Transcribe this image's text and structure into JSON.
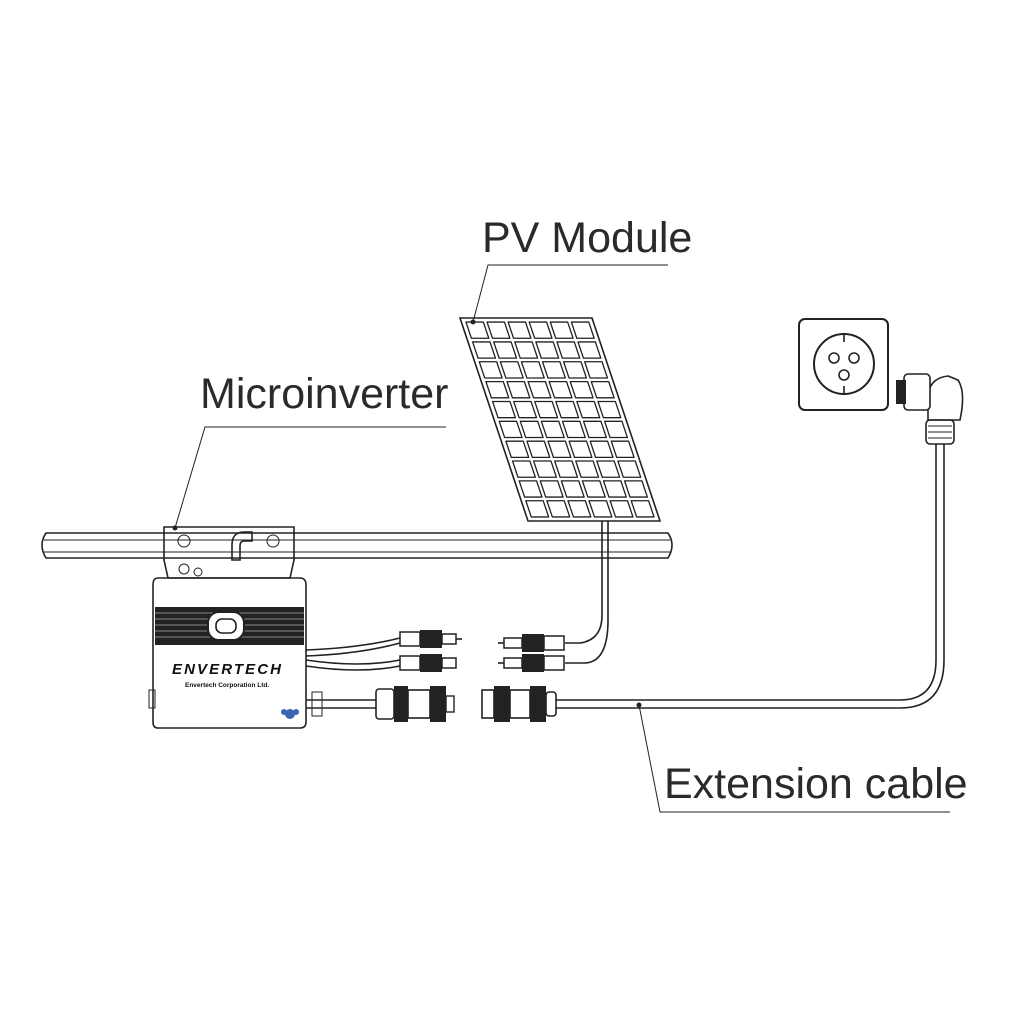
{
  "labels": {
    "pv_module": "PV Module",
    "microinverter": "Microinverter",
    "extension_cable": "Extension cable"
  },
  "device": {
    "brand": "ENVERTECH",
    "company": "Envertech Corporation Ltd."
  },
  "pv_panel": {
    "columns": 6,
    "rows": 10
  }
}
